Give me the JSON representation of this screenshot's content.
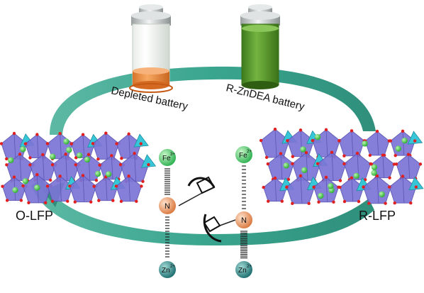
{
  "labels": {
    "depleted_battery": "Depleted battery",
    "recharged_battery": "R-ZnDEA battery",
    "left_material": "O-LFP",
    "right_material": "R-LFP"
  },
  "atoms": {
    "fe3": {
      "symbol": "Fe",
      "charge": "3+"
    },
    "fe2": {
      "symbol": "Fe",
      "charge": "2+"
    },
    "n_left": {
      "symbol": "N"
    },
    "n_right": {
      "symbol": "N"
    },
    "zn_left": {
      "symbol": "Zn",
      "charge": "2+"
    },
    "zn_right": {
      "symbol": "Zn",
      "charge": "2+"
    }
  },
  "colors": {
    "ring": "#3aa58f",
    "ring_dark": "#2a8a76",
    "octahedron": "#7b75d6",
    "octahedron_dark": "#5b55b5",
    "tetrahedron": "#37c6d8",
    "lithium": "#3fcf45",
    "oxygen": "#e02020",
    "fe_atom": "#43d36b",
    "n_atom": "#f0a070",
    "zn_atom": "#2f8a8a",
    "depleted_fill": "#ee8a3a",
    "charged_fill": "#4c9a2a"
  }
}
